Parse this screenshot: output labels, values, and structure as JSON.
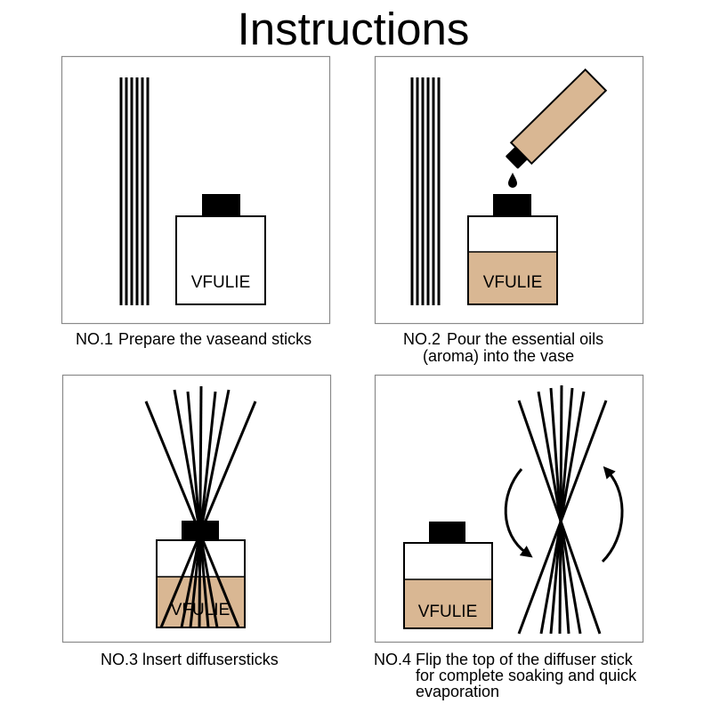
{
  "title": "Instructions",
  "brand": "VFULIE",
  "colors": {
    "aroma_oil": "#d9b793",
    "ink": "#000000",
    "panel_border": "#8a8a8a"
  },
  "steps": [
    {
      "number": "NO.1",
      "lines": [
        "Prepare the vaseand sticks"
      ]
    },
    {
      "number": "NO.2",
      "lines": [
        "Pour the essential oils",
        "(aroma) into the vase"
      ]
    },
    {
      "number": "NO.3",
      "lines": [
        "lnsert diffusersticks"
      ]
    },
    {
      "number": "NO.4",
      "lines": [
        "Flip the top of the diffuser stick",
        "for complete soaking and quick",
        "evaporation"
      ]
    }
  ]
}
